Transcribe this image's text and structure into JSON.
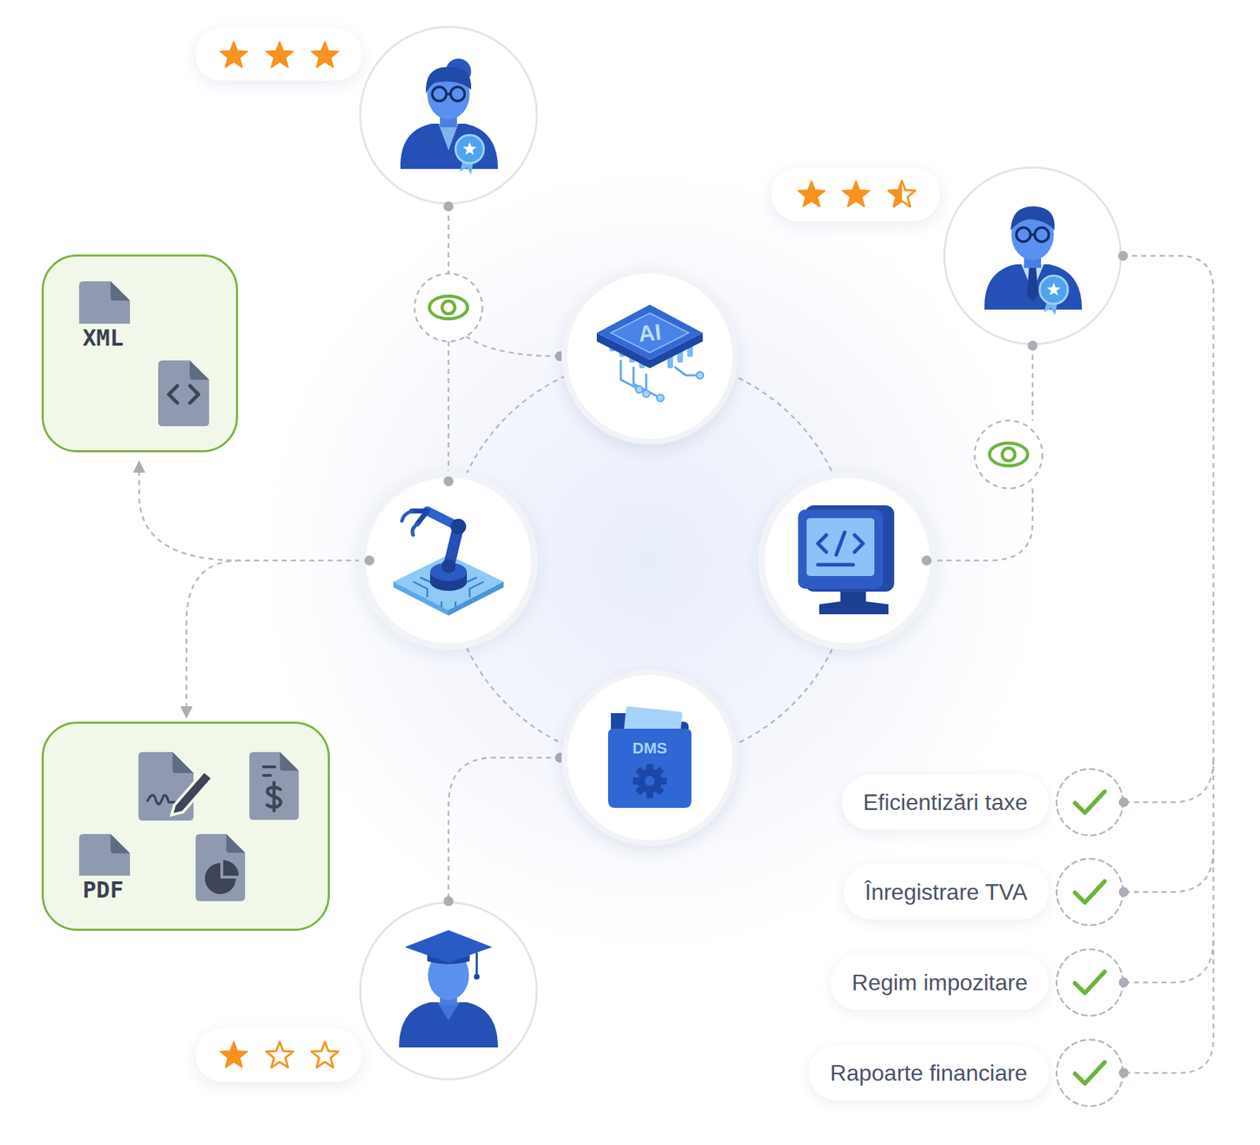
{
  "diagram": {
    "nodes": [
      {
        "text": [
          "XML"
        ]
      },
      {
        "text": [
          "AI"
        ]
      },
      {
        "text": [
          "DMS"
        ]
      },
      {
        "text": [
          "PDF"
        ]
      },
      {
        "text": [
          "Eficientizări taxe"
        ]
      },
      {
        "text": [
          "Înregistrare TVA"
        ]
      },
      {
        "text": [
          "Regim impozitare"
        ]
      },
      {
        "text": [
          "Rapoarte financiare"
        ]
      }
    ]
  }
}
